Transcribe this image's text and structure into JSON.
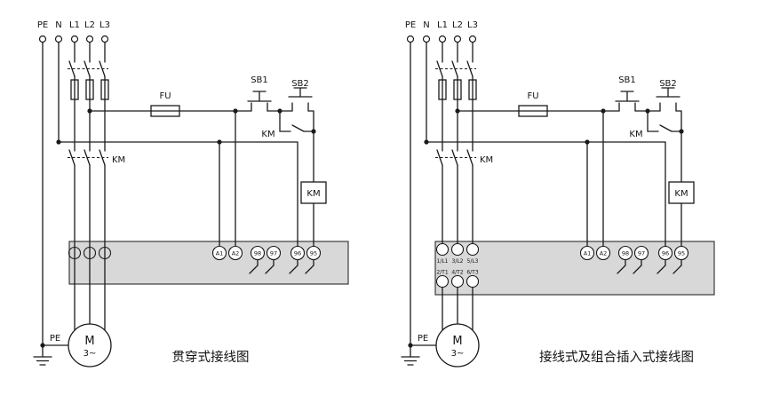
{
  "page": {
    "background_color": "#ffffff",
    "line_color": "#1a1a1a",
    "device_block_color": "#d8d8d8"
  },
  "left_diagram": {
    "caption": "贯穿式接线图",
    "supply_labels": [
      "PE",
      "N",
      "L1",
      "L2",
      "L3"
    ],
    "control_fuse_label": "FU",
    "stop_button_label": "SB1",
    "start_button_label": "SB2",
    "main_contact_label": "KM",
    "aux_contact_label": "KM",
    "coil_label": "KM",
    "device_terminals": [
      "A1",
      "A2",
      "98",
      "97",
      "96",
      "95"
    ],
    "motor_label": "M",
    "motor_phase_label": "3~",
    "pe_label": "PE"
  },
  "right_diagram": {
    "caption": "接线式及组合插入式接线图",
    "supply_labels": [
      "PE",
      "N",
      "L1",
      "L2",
      "L3"
    ],
    "control_fuse_label": "FU",
    "stop_button_label": "SB1",
    "start_button_label": "SB2",
    "main_contact_label": "KM",
    "aux_contact_label": "KM",
    "coil_label": "KM",
    "device_terminals": [
      "A1",
      "A2",
      "98",
      "97",
      "96",
      "95"
    ],
    "line_terminals": [
      "1/L1",
      "3/L2",
      "5/L3"
    ],
    "load_terminals": [
      "2/T1",
      "4/T2",
      "6/T3"
    ],
    "motor_label": "M",
    "motor_phase_label": "3~",
    "pe_label": "PE"
  }
}
